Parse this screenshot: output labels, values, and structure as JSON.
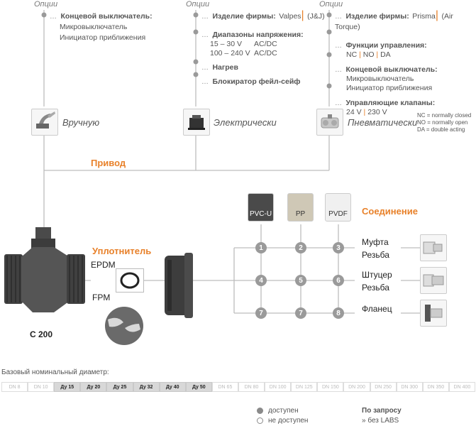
{
  "options_label": "Опции",
  "manual": {
    "options": [
      {
        "title": "Концевой выключатель:",
        "lines": [
          "Микровыключатель",
          "Инициатор приближения"
        ]
      }
    ],
    "label": "Вручную"
  },
  "electric": {
    "opt1_title": "Изделие фирмы:",
    "opt1_a": "Valpes",
    "opt1_sep": "|",
    "opt1_b": "(J&J)",
    "opt2_title": "Диапазоны напряжения:",
    "opt2_l1_v": "15 – 30 V",
    "opt2_l1_t": "AC/DC",
    "opt2_l2_v": "100 – 240 V",
    "opt2_l2_t": "AC/DC",
    "opt3_title": "Нагрев",
    "opt4_title": "Блокиратор фейл-сейф",
    "label": "Электрически"
  },
  "pneumatic": {
    "opt1_title": "Изделие фирмы:",
    "opt1_a": "Prisma",
    "opt1_b": "(Air Torque)",
    "opt2_title": "Функции управления:",
    "opt2_a": "NC",
    "opt2_b": "NO",
    "opt2_c": "DA",
    "opt3_title": "Концевой выключатель:",
    "opt3_l1": "Микровыключатель",
    "opt3_l2": "Инициатор приближения",
    "opt4_title": "Управляющие клапаны:",
    "opt4_a": "24 V",
    "opt4_b": "230 V",
    "label": "Пневматически",
    "notes": [
      "NC = normally closed",
      "NO = normally open",
      "DA = double acting"
    ]
  },
  "drive_label": "Привод",
  "valve_label": "C 200",
  "seal": {
    "label": "Уплотнитель",
    "epdm": "EPDM",
    "fpm": "FPM"
  },
  "materials": [
    {
      "name": "PVC-U",
      "color": "#4a4a4a",
      "text_color": "#ffffff"
    },
    {
      "name": "PP",
      "color": "#cfc8b6",
      "text_color": "#333333"
    },
    {
      "name": "PVDF",
      "color": "#f0f0f0",
      "text_color": "#333333"
    }
  ],
  "connection_label": "Соединение",
  "connections": [
    {
      "line1": "Муфта",
      "line2": "Резьба",
      "nums": [
        "1",
        "2",
        "3"
      ]
    },
    {
      "line1": "Штуцер",
      "line2": "Резьба",
      "nums": [
        "4",
        "5",
        "6"
      ]
    },
    {
      "line1": "Фланец",
      "line2": "",
      "nums": [
        "7",
        "7",
        "8"
      ]
    }
  ],
  "dn_title": "Базовый номинальный диаметр:",
  "dn_cells": [
    {
      "t": "DN 8",
      "on": false
    },
    {
      "t": "DN 10",
      "on": false
    },
    {
      "t": "Ду 15",
      "on": true
    },
    {
      "t": "Ду 20",
      "on": true
    },
    {
      "t": "Ду 25",
      "on": true
    },
    {
      "t": "Ду 32",
      "on": true
    },
    {
      "t": "Ду 40",
      "on": true
    },
    {
      "t": "Ду 50",
      "on": true
    },
    {
      "t": "DN 65",
      "on": false
    },
    {
      "t": "DN 80",
      "on": false
    },
    {
      "t": "DN 100",
      "on": false
    },
    {
      "t": "DN 125",
      "on": false
    },
    {
      "t": "DN 150",
      "on": false
    },
    {
      "t": "DN 200",
      "on": false
    },
    {
      "t": "DN 250",
      "on": false
    },
    {
      "t": "DN 300",
      "on": false
    },
    {
      "t": "DN 350",
      "on": false
    },
    {
      "t": "DN 400",
      "on": false
    }
  ],
  "legend": {
    "available": "доступен",
    "unavailable": "не доступен",
    "request_title": "По запросу",
    "request_text": "» без LABS"
  },
  "colors": {
    "accent": "#e8812a",
    "line": "#bdbdbd",
    "node": "#9a9a9a"
  }
}
